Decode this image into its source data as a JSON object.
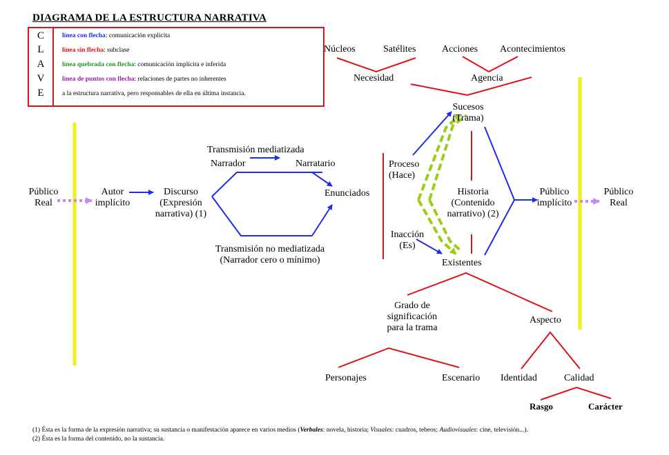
{
  "title": "DIAGRAMA DE LA ESTRUCTURA NARRATIVA",
  "key": {
    "letters": [
      "C",
      "L",
      "A",
      "V",
      "E"
    ],
    "lines": [
      {
        "label": "línea con flecha",
        "desc": ": comunicación explícita",
        "color": "#1a2ee8"
      },
      {
        "label": "línea sin flecha",
        "desc": ": subclase",
        "color": "#e0101a"
      },
      {
        "label": "línea quebrada con flecha",
        "desc": ": comunicación implícita e inferida",
        "color": "#1e9a1e"
      },
      {
        "label": "línea de puntos con flecha",
        "desc": ": relaciones de partes no inherentes",
        "color": "#9b1fa8"
      },
      {
        "label": "",
        "desc": "a la estructura narrativa, pero responsables de ella en última instancia.",
        "color": "#000000"
      }
    ]
  },
  "nodes": {
    "publico_real_left": [
      "Público",
      "Real"
    ],
    "autor_implicito": [
      "Autor",
      "implícito"
    ],
    "discurso": [
      "Discurso",
      "(Expresión",
      "narrativa) (1)"
    ],
    "transmision_mediatizada": "Transmisión mediatizada",
    "narrador": "Narrador",
    "narratario": "Narratario",
    "transmision_no_mediatizada": [
      "Transmisión no mediatizada",
      "(Narrador cero o mínimo)"
    ],
    "enunciados": "Enunciados",
    "nucleos": "Núcleos",
    "satelites": "Satélites",
    "acciones": "Acciones",
    "acontecimientos": "Acontecimientos",
    "necesidad": "Necesidad",
    "agencia": "Agencia",
    "sucesos": [
      "Sucesos",
      "(Trama)"
    ],
    "proceso": [
      "Proceso",
      "(Hace)"
    ],
    "historia": [
      "Historia",
      "(Contenido",
      "narrativo) (2)"
    ],
    "inaccion": [
      "Inacción",
      "(Es)"
    ],
    "existentes": "Existentes",
    "publico_implicito": [
      "Público",
      "implícito"
    ],
    "publico_real_right": [
      "Público",
      "Real"
    ],
    "grado": [
      "Grado de",
      "significación",
      "para la trama"
    ],
    "aspecto": "Aspecto",
    "personajes": "Personajes",
    "escenario": "Escenario",
    "identidad": "Identidad",
    "calidad": "Calidad",
    "rasgo": "Rasgo",
    "caracter": "Carácter"
  },
  "footnotes": {
    "note1_prefix": "(1) Ésta es la forma de la expresión narrativa; su sustancia o manifestación aparece en varios medios (",
    "note1_v1": "Verbales",
    "note1_t1": ": novela, historia; ",
    "note1_v2": "Visuales",
    "note1_t2": ": cuadros, tebeos; ",
    "note1_v3": "Audiovisuales",
    "note1_t3": ": cine, televisión...).",
    "note2": "(2) Ésta es la forma del contenido, no la sustancia."
  },
  "colors": {
    "explicit": "#1a2ee8",
    "subclass": "#e0101a",
    "implicit": "#9acd1a",
    "parts": "#c48cf0",
    "frame": "#f2ee17"
  }
}
